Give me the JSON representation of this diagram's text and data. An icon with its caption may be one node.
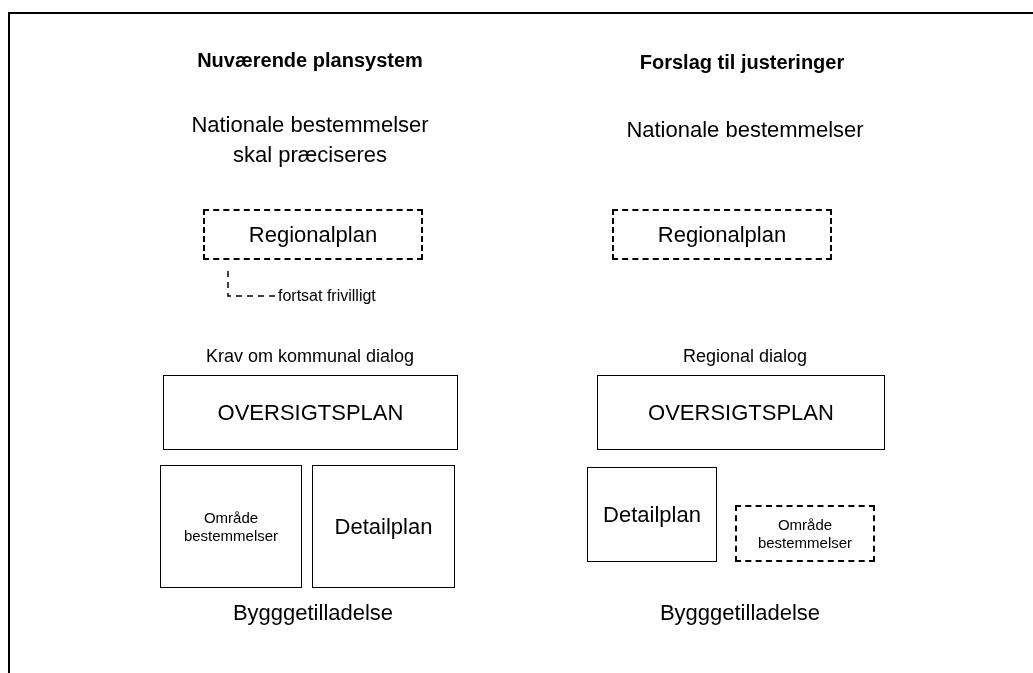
{
  "diagram": {
    "nodes": [
      {
        "text": [
          "Regionalplan"
        ]
      },
      {
        "text": [
          "fortsat frivilligt"
        ]
      },
      {
        "text": [
          "OVERSIGTSPLAN"
        ]
      },
      {
        "text": [
          "Område bestemmelser"
        ]
      },
      {
        "text": [
          "Detailplan"
        ]
      },
      {
        "text": [
          "Regionalplan"
        ]
      },
      {
        "text": [
          "OVERSIGTSPLAN"
        ]
      },
      {
        "text": [
          "Detailplan"
        ]
      },
      {
        "text": [
          "Område bestemmelser"
        ]
      }
    ],
    "edges": [
      {
        "from": 1,
        "to": 0,
        "arrow": "none",
        "style": "dashed"
      }
    ],
    "labels": [
      "Nuværende plansystem",
      "Forslag til justeringer",
      "Nationale bestemmelser skal præciseres",
      "Nationale bestemmelser",
      "Krav om kommunal dialog",
      "Regional dialog",
      "Bygggetilladelse",
      "Bygggetilladelse"
    ]
  }
}
